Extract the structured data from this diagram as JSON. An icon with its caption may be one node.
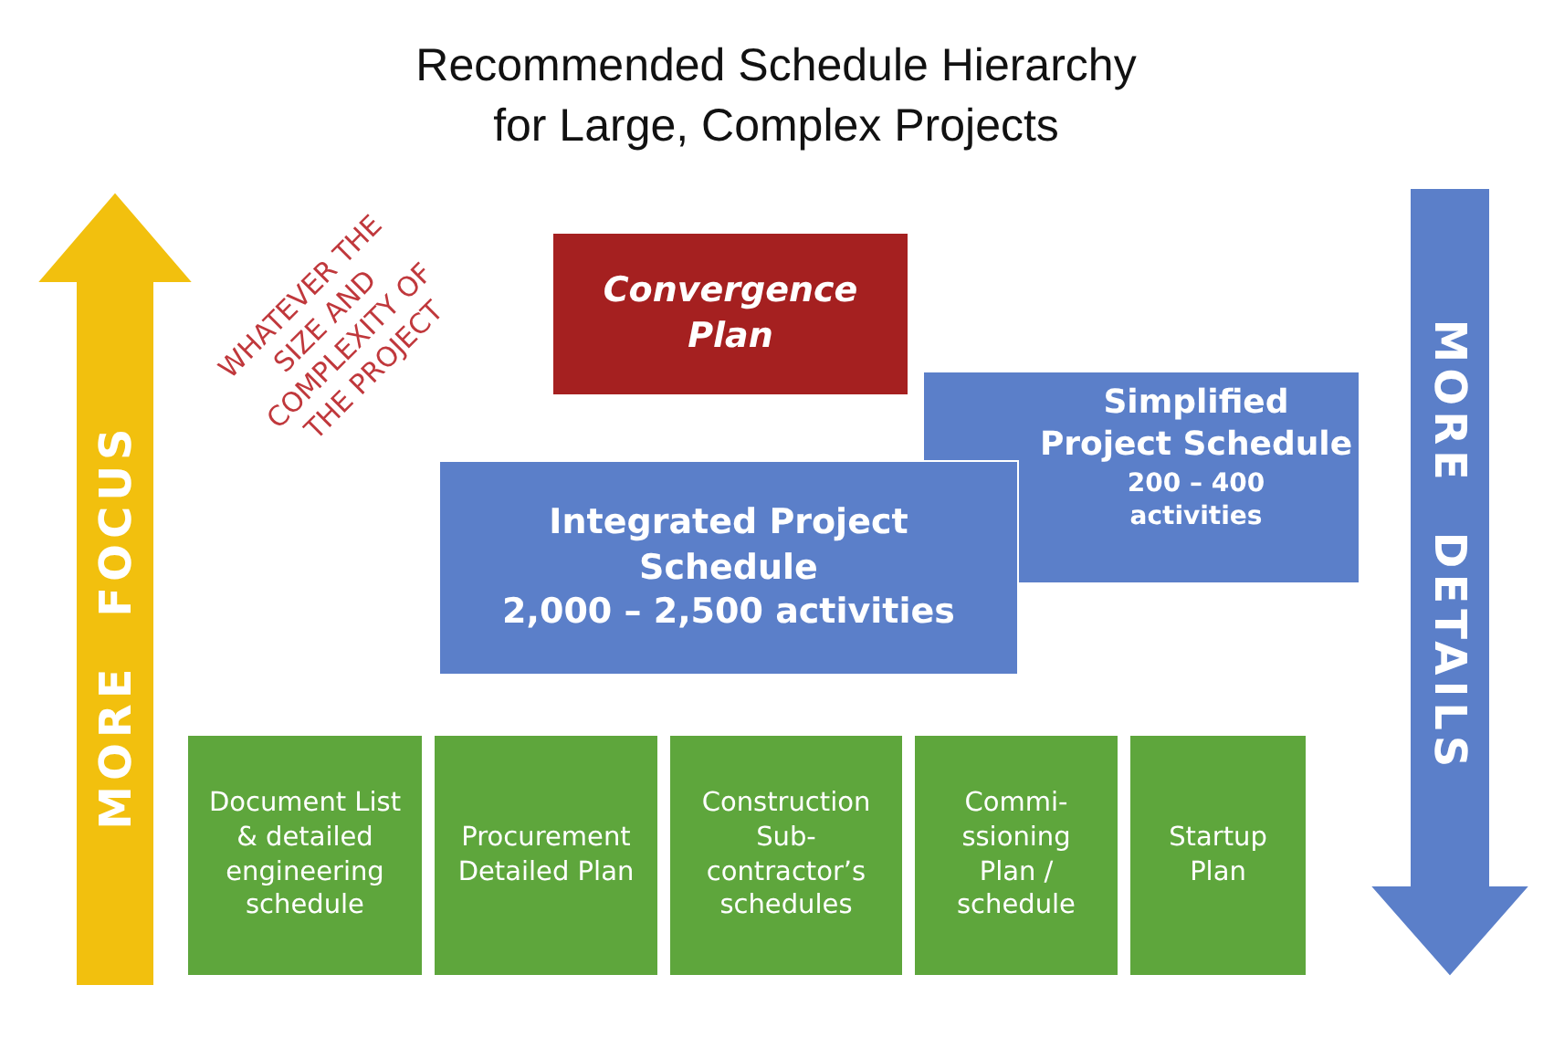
{
  "diagram": {
    "title": "Recommended Schedule Hierarchy for Large, Complex Projects",
    "nodes": [
      {
        "text": [
          "MORE FOCUS"
        ]
      },
      {
        "text": [
          "Convergence Plan"
        ]
      },
      {
        "text": [
          "Simplified Project Schedule",
          "200 – 400 activities"
        ]
      },
      {
        "text": [
          "Integrated Project Schedule",
          "2,000 – 2,500 activities"
        ]
      },
      {
        "text": [
          "Document List & detailed engineering schedule"
        ]
      },
      {
        "text": [
          "Procurement Detailed Plan"
        ]
      },
      {
        "text": [
          "Construction Sub-contractor’s schedules"
        ]
      },
      {
        "text": [
          "Commi- ssioning Plan / schedule"
        ]
      },
      {
        "text": [
          "Startup Plan"
        ]
      },
      {
        "text": [
          "MORE DETAILS"
        ]
      }
    ],
    "edges": [],
    "labels": [
      "WHATEVER THE SIZE AND COMPLEXITY OF THE PROJECT"
    ]
  }
}
